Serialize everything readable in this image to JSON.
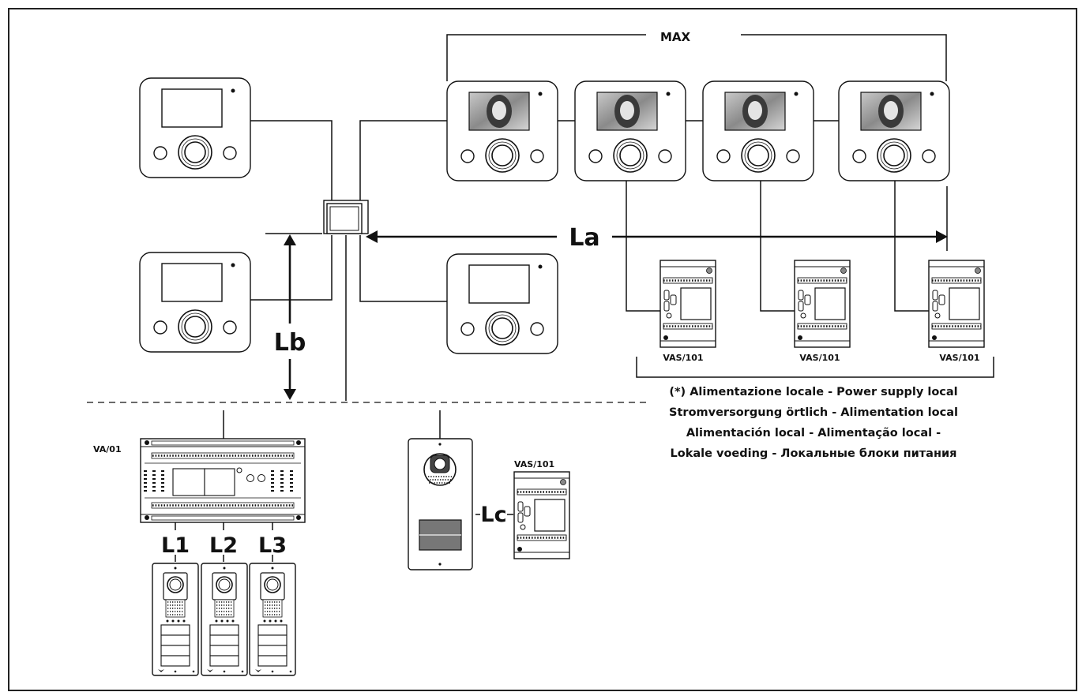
{
  "labels": {
    "max": "MAX",
    "la": "La",
    "lb": "Lb",
    "lc": "Lc",
    "l1": "L1",
    "l2": "L2",
    "l3": "L3"
  },
  "devices": {
    "power_supply_main": "VA/01",
    "local_supply_1": "VAS/101",
    "local_supply_2": "VAS/101",
    "local_supply_3": "VAS/101",
    "local_supply_door": "VAS/101"
  },
  "note": {
    "line1": "(*) Alimentazione locale - Power supply local",
    "line2": "Stromversorgung örtlich - Alimentation local",
    "line3": "Alimentación local - Alimentação local -",
    "line4": "Lokale voeding - Локальные блоки питания"
  }
}
